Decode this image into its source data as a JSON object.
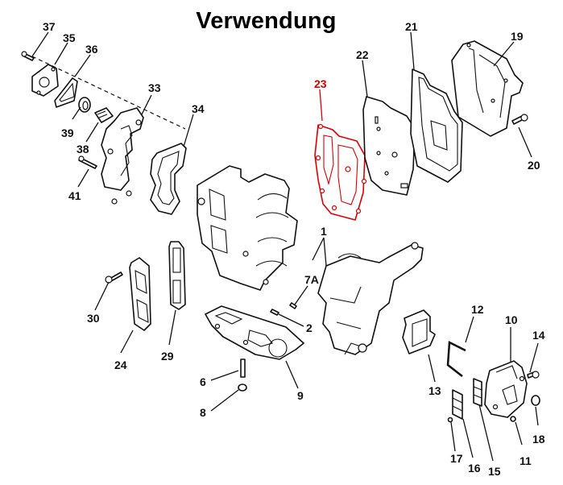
{
  "title": "Verwendung",
  "highlight_color": "#e00000",
  "highlighted_part": "23",
  "parts": [
    {
      "id": "p37",
      "label": "37"
    },
    {
      "id": "p35",
      "label": "35"
    },
    {
      "id": "p36",
      "label": "36"
    },
    {
      "id": "p39",
      "label": "39"
    },
    {
      "id": "p38",
      "label": "38"
    },
    {
      "id": "p41",
      "label": "41"
    },
    {
      "id": "p33",
      "label": "33"
    },
    {
      "id": "p34",
      "label": "34"
    },
    {
      "id": "p23",
      "label": "23"
    },
    {
      "id": "p22",
      "label": "22"
    },
    {
      "id": "p21",
      "label": "21"
    },
    {
      "id": "p19",
      "label": "19"
    },
    {
      "id": "p20",
      "label": "20"
    },
    {
      "id": "p1",
      "label": "1"
    },
    {
      "id": "p7A",
      "label": "7A"
    },
    {
      "id": "p2",
      "label": "2"
    },
    {
      "id": "p30",
      "label": "30"
    },
    {
      "id": "p24",
      "label": "24"
    },
    {
      "id": "p29",
      "label": "29"
    },
    {
      "id": "p9",
      "label": "9"
    },
    {
      "id": "p6",
      "label": "6"
    },
    {
      "id": "p8",
      "label": "8"
    },
    {
      "id": "p12",
      "label": "12"
    },
    {
      "id": "p10",
      "label": "10"
    },
    {
      "id": "p14",
      "label": "14"
    },
    {
      "id": "p13",
      "label": "13"
    },
    {
      "id": "p18",
      "label": "18"
    },
    {
      "id": "p17",
      "label": "17"
    },
    {
      "id": "p16",
      "label": "16"
    },
    {
      "id": "p15",
      "label": "15"
    },
    {
      "id": "p11",
      "label": "11"
    }
  ]
}
